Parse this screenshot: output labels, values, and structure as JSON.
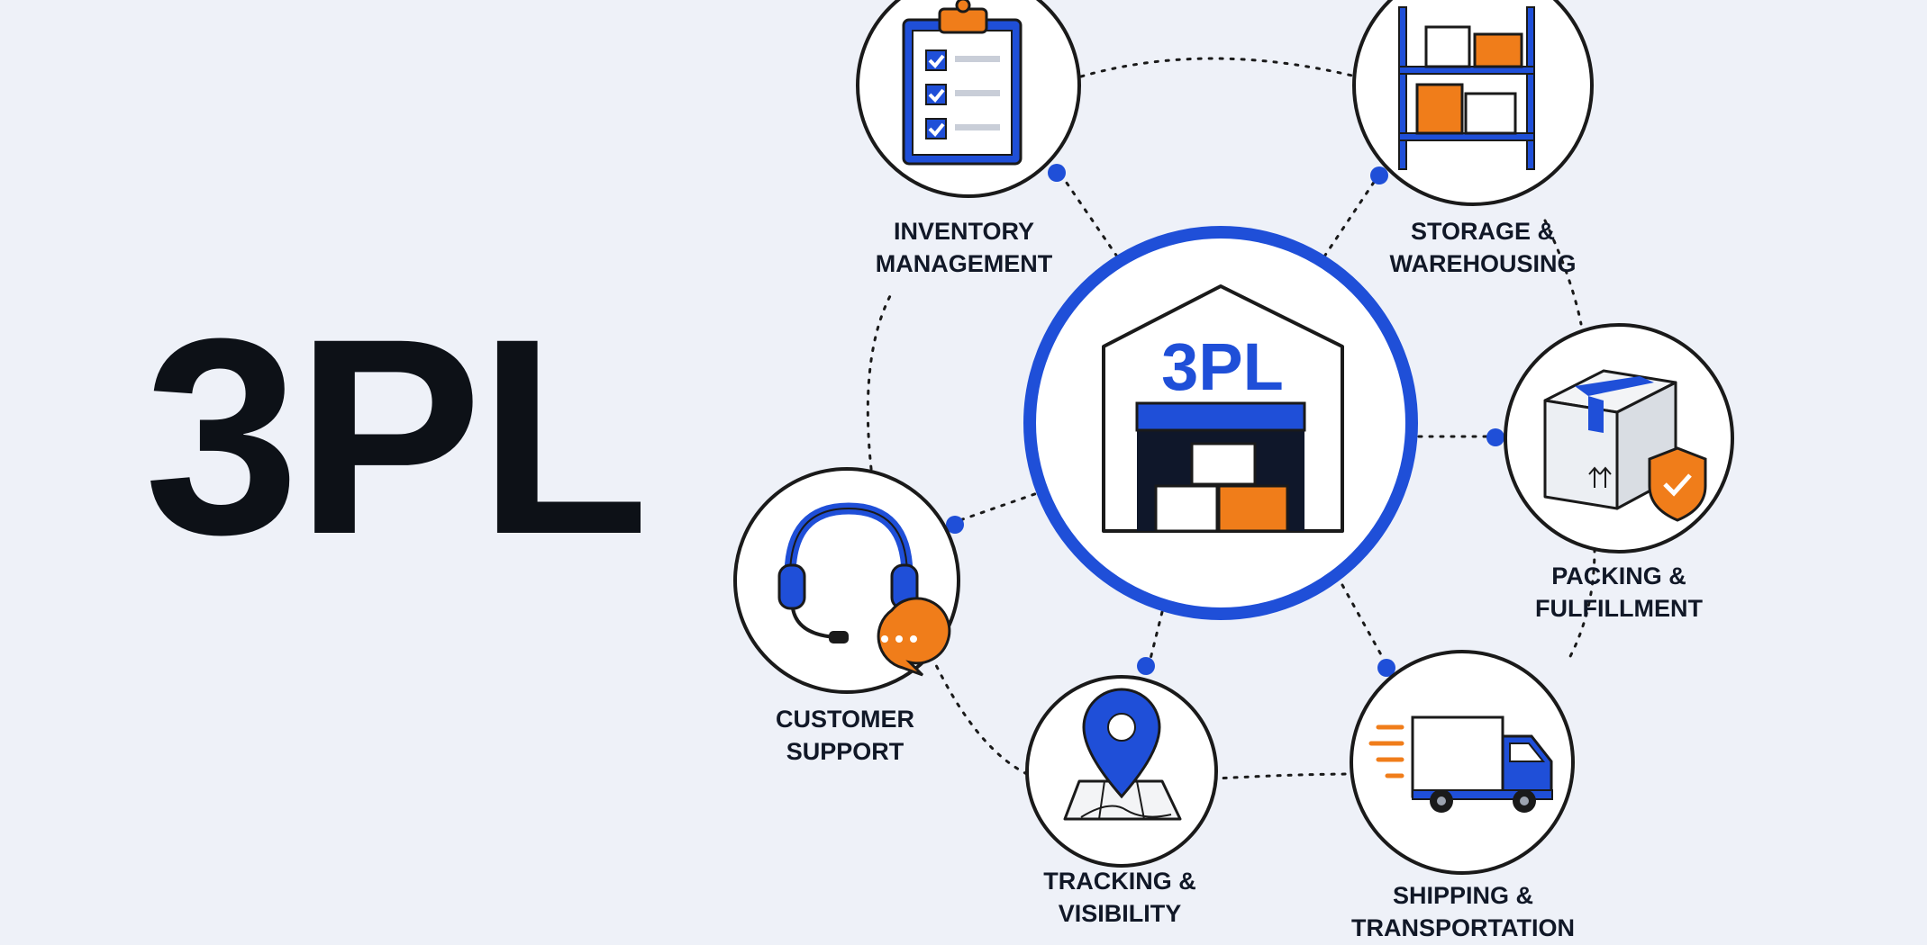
{
  "headline": "3PL",
  "center": {
    "title": "3PL"
  },
  "colors": {
    "primary_blue": "#1f4fd8",
    "accent_orange": "#f07d1a",
    "ink": "#111827",
    "background": "#eef1f8"
  },
  "services": [
    {
      "id": "inventory",
      "icon": "clipboard-checklist-icon",
      "line1": "INVENTORY",
      "line2": "MANAGEMENT"
    },
    {
      "id": "storage",
      "icon": "warehouse-shelves-icon",
      "line1": "STORAGE &",
      "line2": "WAREHOUSING"
    },
    {
      "id": "packing",
      "icon": "shielded-package-icon",
      "line1": "PACKING &",
      "line2": "FULFILLMENT"
    },
    {
      "id": "shipping",
      "icon": "delivery-truck-icon",
      "line1": "SHIPPING &",
      "line2": "TRANSPORTATION"
    },
    {
      "id": "tracking",
      "icon": "map-pin-icon",
      "line1": "TRACKING &",
      "line2": "VISIBILITY"
    },
    {
      "id": "support",
      "icon": "headset-chat-icon",
      "line1": "CUSTOMER",
      "line2": "SUPPORT"
    }
  ]
}
